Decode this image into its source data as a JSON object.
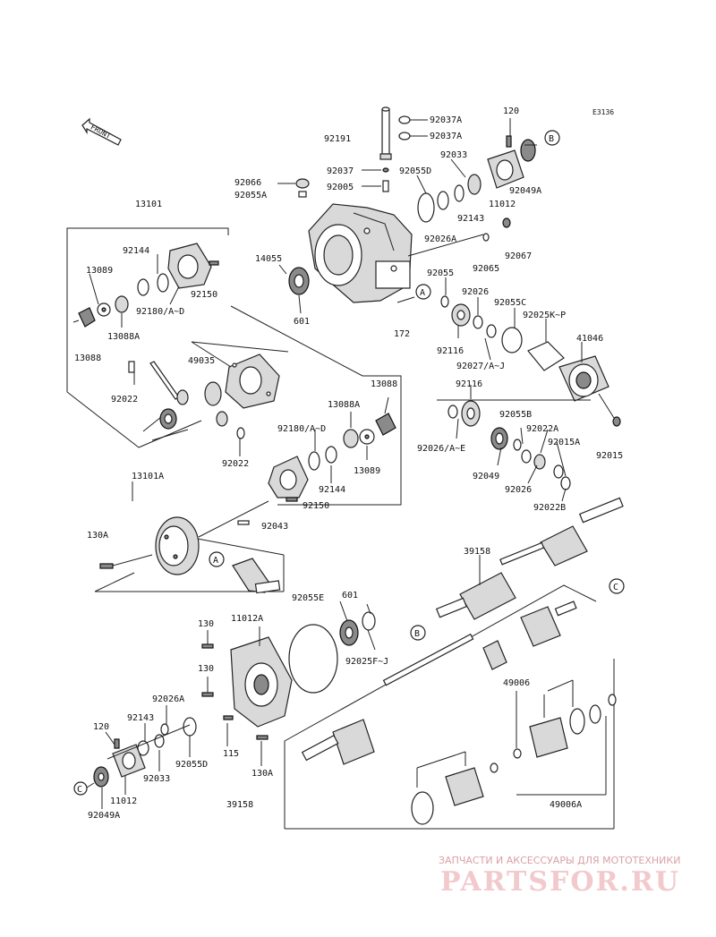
{
  "diagram_code": "E3136",
  "front_arrow_label": "FRONT",
  "callouts": [
    "A",
    "B",
    "C"
  ],
  "part_numbers": {
    "p92037A_1": "92037A",
    "p92037A_2": "92037A",
    "p120_top": "120",
    "p92191": "92191",
    "p92033_top": "92033",
    "p92037": "92037",
    "p92055D_top": "92055D",
    "p92066": "92066",
    "p92005": "92005",
    "p92055A": "92055A",
    "p11012_top": "11012",
    "p92049A_top": "92049A",
    "p92143_top": "92143",
    "p92026A_top": "92026A",
    "p92067": "92067",
    "p92065": "92065",
    "p13101": "13101",
    "p92144_l": "92144",
    "p14055": "14055",
    "p13089_l": "13089",
    "p92150_l": "92150",
    "p92180_l": "92180/A~D",
    "p13088A_l": "13088A",
    "p601_mid": "601",
    "p92055": "92055",
    "p92026": "92026",
    "p92055C": "92055C",
    "p92025KP": "92025K~P",
    "p13088_l": "13088",
    "p172": "172",
    "p92116_a": "92116",
    "p92027": "92027/A~J",
    "p41046": "41046",
    "p49035": "49035",
    "p92022_l": "92022",
    "p13088_r": "13088",
    "p13088A_r": "13088A",
    "p92116_b": "92116",
    "p92180_r": "92180/A~D",
    "p92055B": "92055B",
    "p92022A": "92022A",
    "p92026AE": "92026/A~E",
    "p92015A": "92015A",
    "p92015": "92015",
    "p92022_m": "92022",
    "p13089_r": "13089",
    "p92144_r": "92144",
    "p92049": "92049",
    "p92026_b": "92026",
    "p92022B": "92022B",
    "p13101A": "13101A",
    "p92150_r": "92150",
    "p92043": "92043",
    "p130A_top": "130A",
    "p39158_top": "39158",
    "p92055E": "92055E",
    "p601_low": "601",
    "p130_a": "130",
    "p11012A": "11012A",
    "p92025FJ": "92025F~J",
    "p130_b": "130",
    "p49006": "49006",
    "p92026A_low": "92026A",
    "p92143_low": "92143",
    "p120_low": "120",
    "p92055D_low": "92055D",
    "p115": "115",
    "p92033_low": "92033",
    "p130A_low": "130A",
    "p11012_low": "11012",
    "p92049A_low": "92049A",
    "p39158_low": "39158",
    "p49006A": "49006A"
  },
  "watermark": {
    "tagline": "ЗАПЧАСТИ И АКСЕССУАРЫ ДЛЯ МОТОТЕХНИКИ",
    "brand": "PARTSFOR.RU"
  }
}
